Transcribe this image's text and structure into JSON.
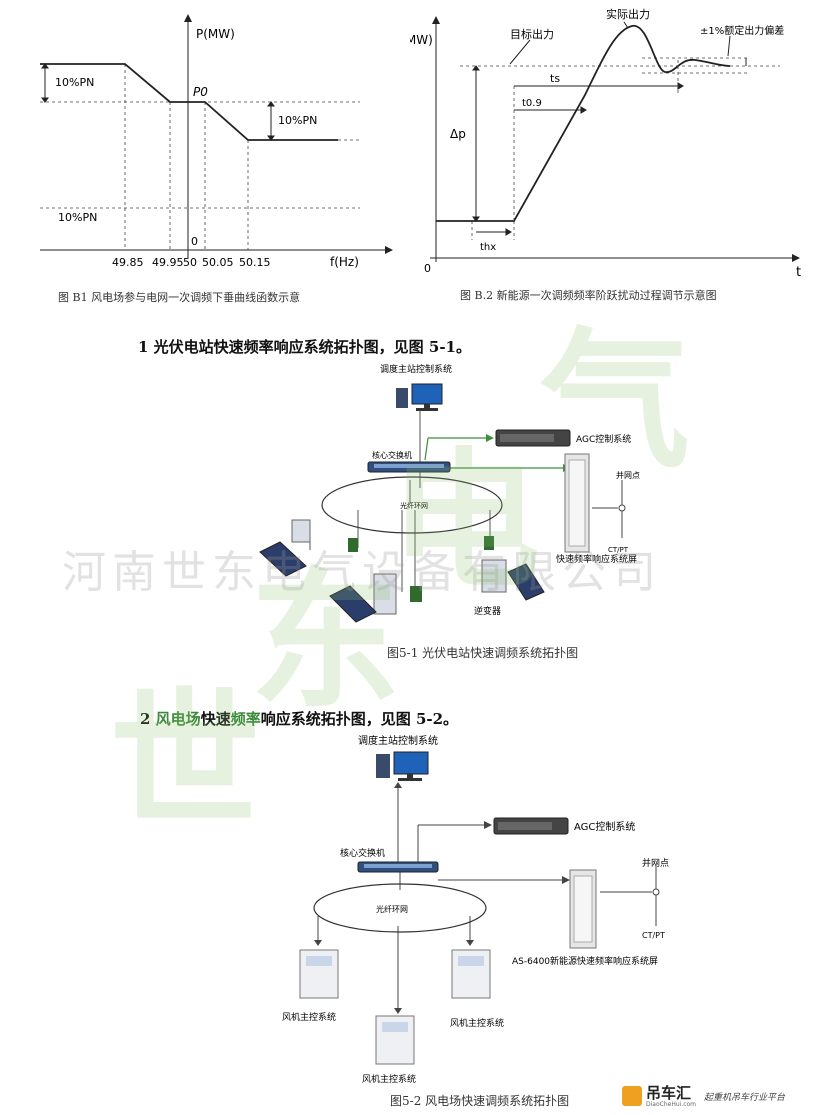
{
  "fig_b1": {
    "y_label": "P(MW)",
    "x_label": "f(Hz)",
    "x_ticks": [
      "49.85",
      "49.95",
      "50",
      "50.05",
      "50.15"
    ],
    "origin": "0",
    "p0": "P0",
    "ann_left_top": "10%PN",
    "ann_right": "10%PN",
    "ann_left_bottom": "10%PN",
    "caption": "图 B1   风电场参与电网一次调频下垂曲线函数示意"
  },
  "fig_b2": {
    "y_label": "P(MW)",
    "x_label": "t",
    "origin": "0",
    "target_label": "目标出力",
    "actual_label": "实际出力",
    "deviation_label": "±1%额定出力偏差",
    "ts": "ts",
    "t09": "t0.9",
    "delta_p": "Δp",
    "thx": "thx",
    "caption": "图 B.2  新能源一次调频频率阶跃扰动过程调节示意图"
  },
  "section1": {
    "number": "1",
    "heading": "光伏电站快速频率响应系统拓扑图，见图 5-1。",
    "topology": {
      "dispatch": "调度主站控制系统",
      "agc": "AGC控制系统",
      "core_switch": "核心交换机",
      "ring": "光纤环网",
      "grid_point": "并网点",
      "ctpt": "CT/PT",
      "ffr_screen": "快速频率响应系统屏",
      "inverter": "逆变器"
    },
    "caption": "图5-1  光伏电站快速调频系统拓扑图"
  },
  "section2": {
    "number": "2",
    "heading_hl_1": "风电场",
    "heading_mid": "快速",
    "heading_hl_2": "频率",
    "heading_tail": "响应系统拓扑图，见图 5-2。",
    "topology": {
      "dispatch": "调度主站控制系统",
      "agc": "AGC控制系统",
      "core_switch": "核心交换机",
      "ring": "光纤环网",
      "grid_point": "并网点",
      "ctpt": "CT/PT",
      "ffr_screen": "AS-6400新能源快速频率响应系统屏",
      "wt_left": "风机主控系统",
      "wt_right": "风机主控系统",
      "wt_bottom": "风机主控系统"
    },
    "caption": "图5-2  风电场快速调频系统拓扑图"
  },
  "watermark": {
    "company": "河南世东电气设备有限公司",
    "big_1": "世",
    "big_2": "东",
    "big_3": "电",
    "big_4": "气"
  },
  "logo": {
    "name": "吊车汇",
    "url_text": "DiaoCheHui.com",
    "slogan": "起重机吊车行业平台"
  }
}
